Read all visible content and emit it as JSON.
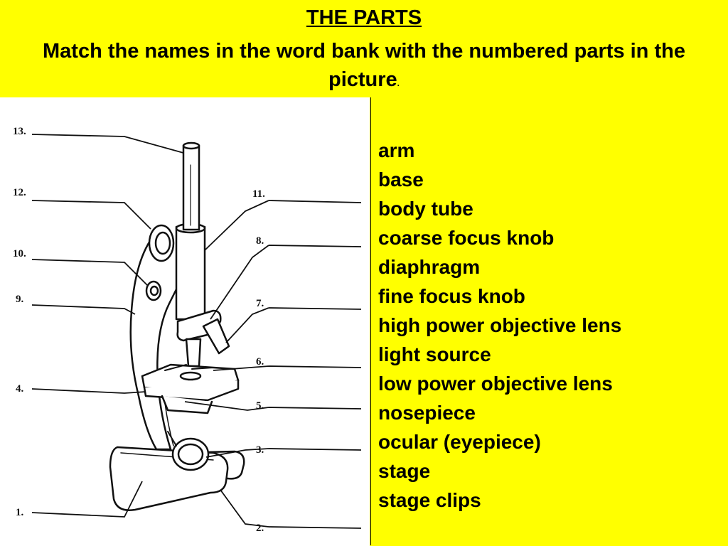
{
  "header": {
    "title": "THE PARTS",
    "instruction": "Match the names in the word bank with the numbered parts in the picture",
    "instruction_end": "."
  },
  "diagram": {
    "labels": [
      "13.",
      "12.",
      "11.",
      "10.",
      "9.",
      "8.",
      "7.",
      "6.",
      "5.",
      "4.",
      "3.",
      "2.",
      "1."
    ]
  },
  "word_bank": {
    "items": [
      "arm",
      "base",
      "body tube",
      "coarse focus knob",
      "diaphragm",
      "fine focus knob",
      "high power objective lens",
      "light source",
      "low power objective lens",
      "nosepiece",
      "ocular (eyepiece)",
      "stage",
      "stage clips"
    ]
  },
  "colors": {
    "background": "#FFFF00",
    "diagram_background": "#FFFFFF",
    "text": "#000000"
  }
}
